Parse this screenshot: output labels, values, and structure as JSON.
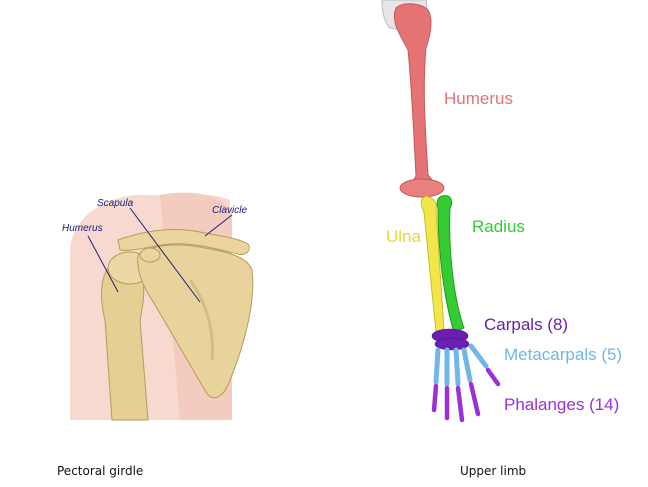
{
  "panels": [
    {
      "caption": "Pectoral girdle",
      "labels": {
        "scapula": "Scapula",
        "clavicle": "Clavicle",
        "humerus": "Humerus"
      },
      "label_color": "#1a237e"
    },
    {
      "caption": "Upper limb",
      "labels": {
        "humerus": "Humerus",
        "ulna": "Ulna",
        "radius": "Radius",
        "carpals": "Carpals (8)",
        "metacarpals": "Metacarpals (5)",
        "phalanges": "Phalanges (14)"
      },
      "colors": {
        "humerus": "#e57373",
        "ulna": "#f2e64a",
        "radius": "#33cc33",
        "carpals": "#6a1fb0",
        "metacarpals": "#6fb6e9",
        "phalanges": "#9b30d9"
      }
    }
  ]
}
